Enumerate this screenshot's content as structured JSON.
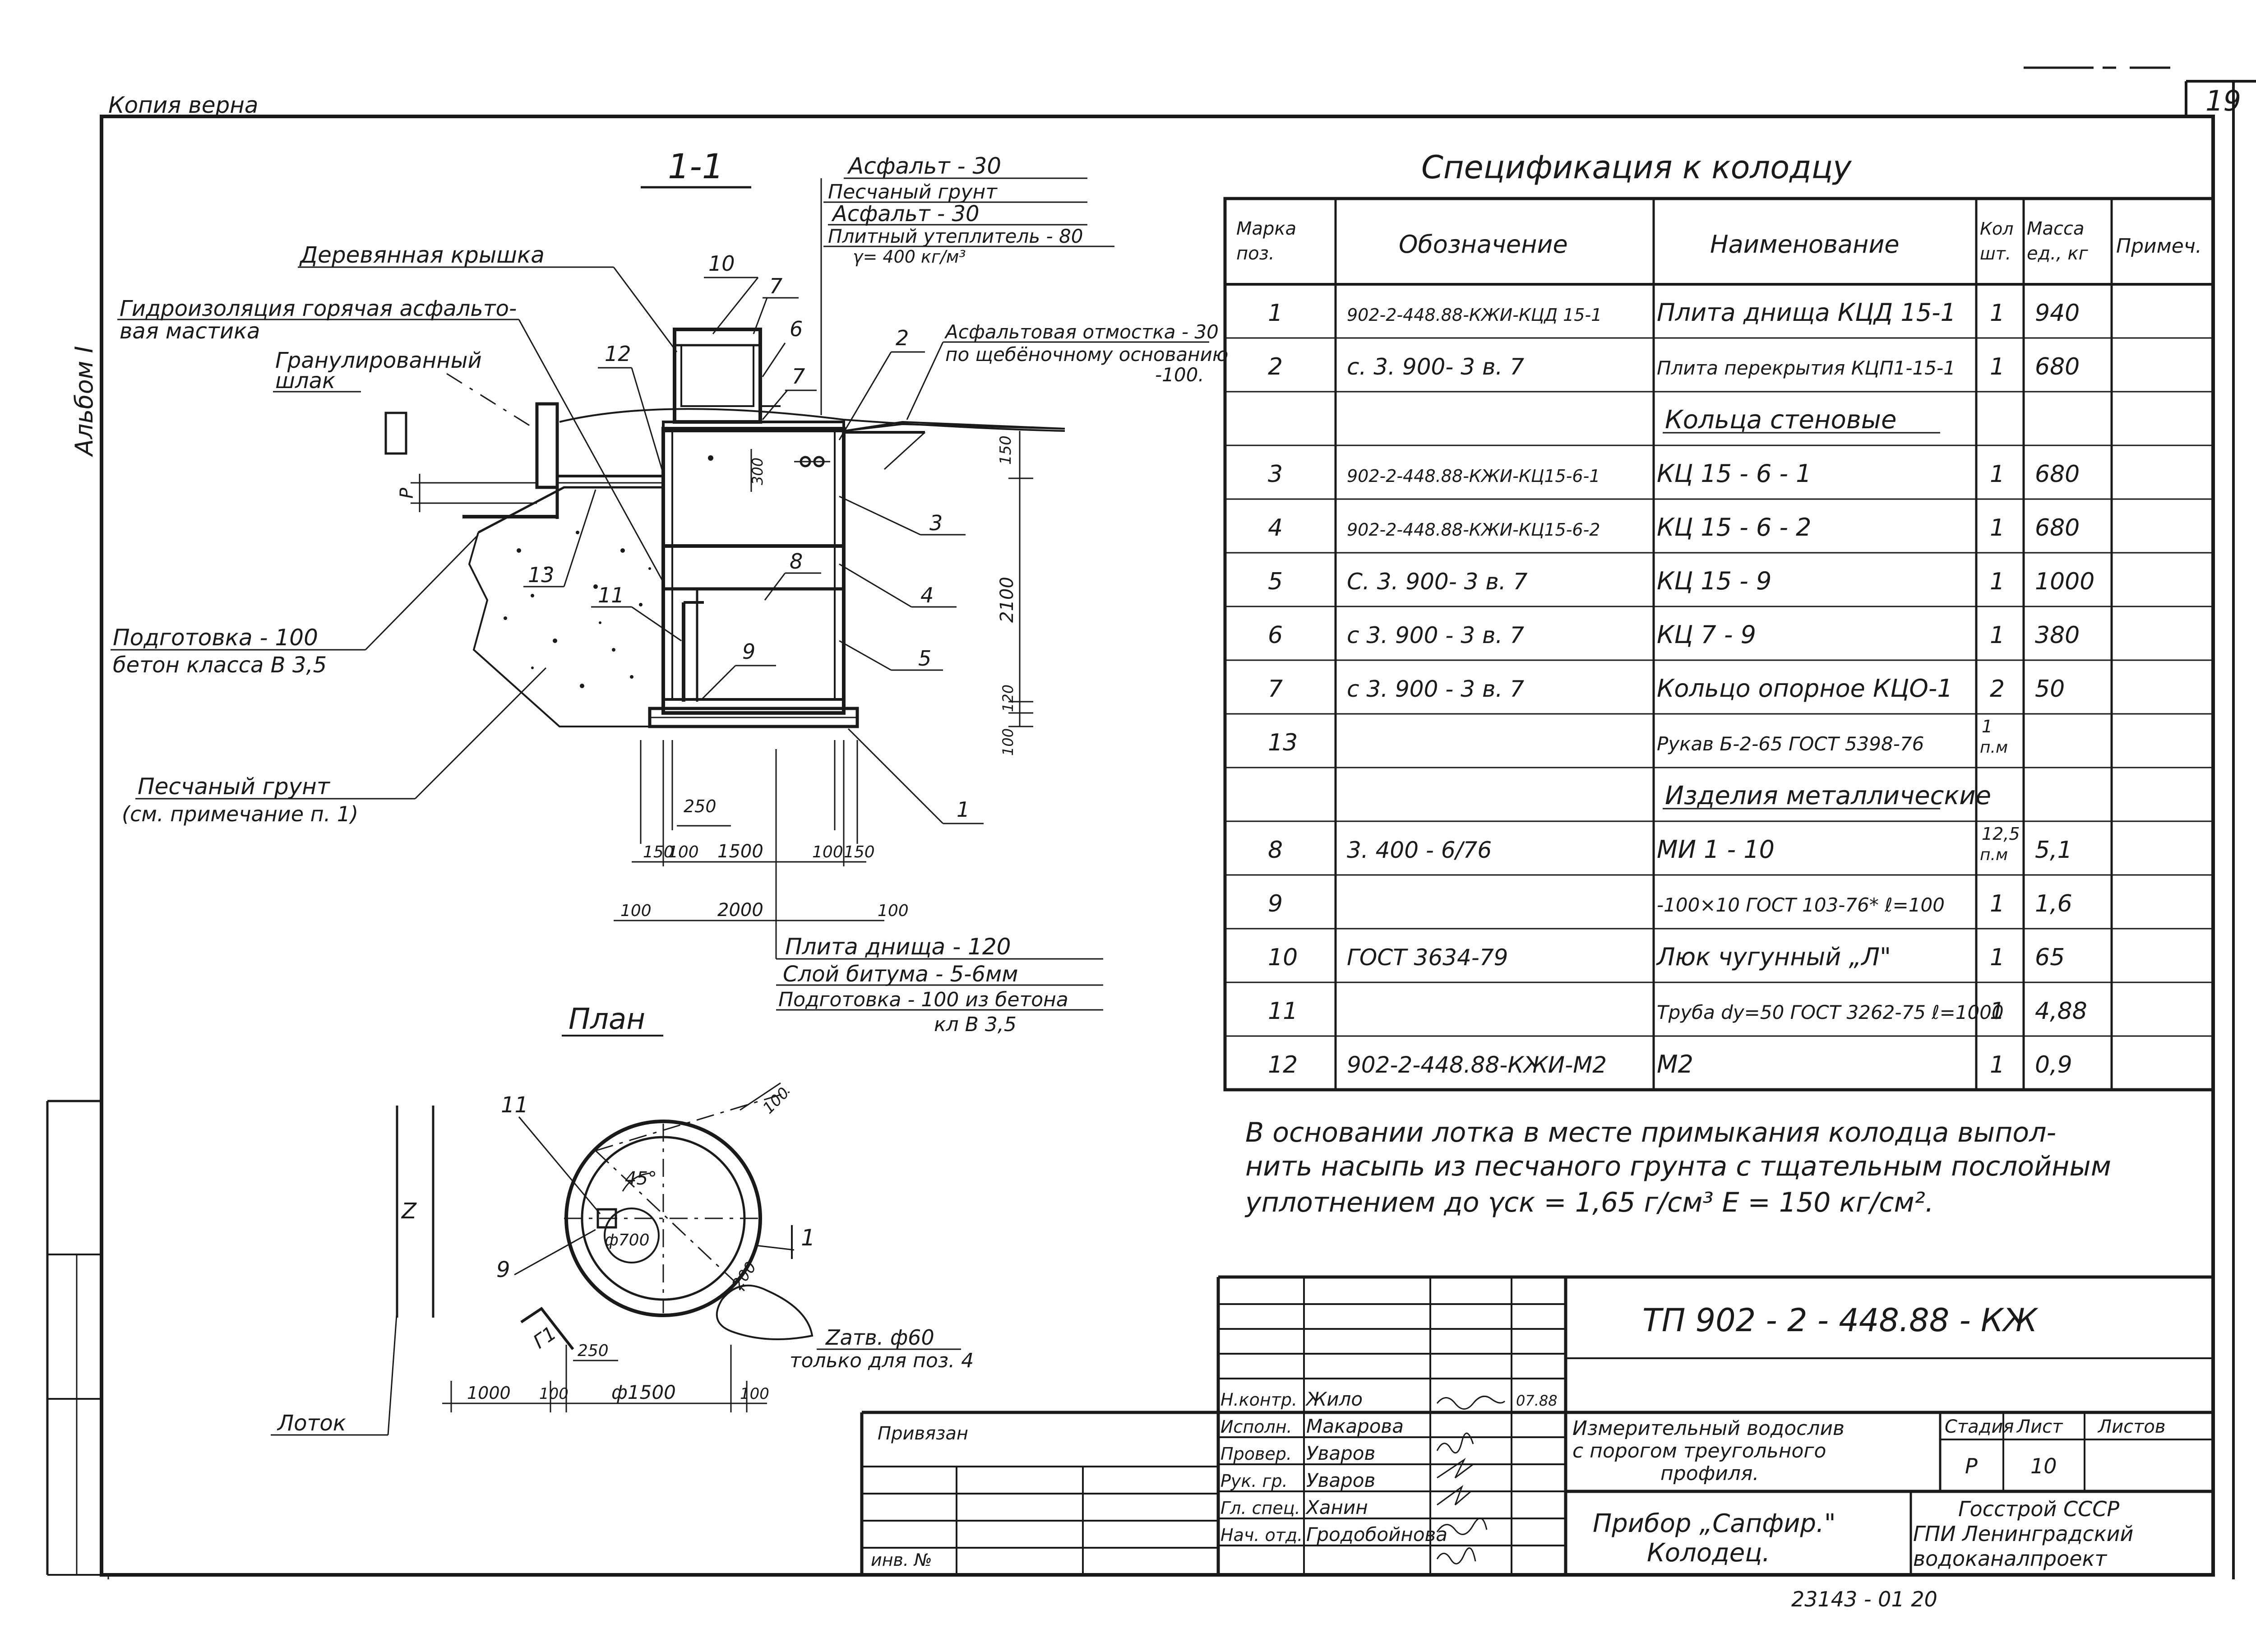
{
  "header": {
    "copy_note": "Копия верна",
    "sheet_number": "19",
    "album": "Альбом I"
  },
  "section": {
    "title": "1-1",
    "labels": {
      "wooden_lid": "Деревянная крышка",
      "waterproofing_1": "Гидроизоляция горячая асфальто-",
      "waterproofing_2": "вая мастика",
      "slag_1": "Гранулированный",
      "slag_2": "шлак",
      "prep_1": "Подготовка - 100",
      "prep_2": "бетон класса В 3,5",
      "sand_1": "Песчаный грунт",
      "sand_2": "(см. примечание п. 1)",
      "asphalt_blind_1": "Асфальтовая отмостка - 30",
      "asphalt_blind_2": "по щебёночному основанию",
      "asphalt_blind_3": "-100."
    },
    "layers_top": [
      "Асфальт - 30",
      "Песчаный грунт",
      "Асфальт - 30",
      "Плитный утеплитель - 80",
      "γ= 400 кг/м³"
    ],
    "layers_bottom": [
      "Плита днища - 120",
      "Слой битума - 5-6мм",
      "Подготовка - 100 из бетона",
      "кл В 3,5"
    ],
    "callouts": [
      "10",
      "7",
      "6",
      "7",
      "2",
      "12",
      "3",
      "4",
      "5",
      "13",
      "8",
      "11",
      "9",
      "1"
    ],
    "dims": {
      "d150": "150",
      "d300": "300",
      "d2100": "2100",
      "d120": "120",
      "d100v": "100",
      "d250": "250",
      "d150a": "150",
      "d100a": "100",
      "d1500": "1500",
      "d100b": "100",
      "d150b": "150",
      "d100c": "100",
      "d2000": "2000",
      "d100d": "100",
      "dP": "Р"
    }
  },
  "plan": {
    "title": "План",
    "labels": {
      "angle": "45°",
      "d700": "ф700",
      "d100": "100",
      "d200": "200",
      "c11": "11",
      "c9": "9",
      "c1": "1",
      "z": "Z",
      "rod_1": "Zатв. ф60",
      "rod_2": "только для поз. 4",
      "tray": "Лоток"
    },
    "dims": {
      "d1000": "1000",
      "d100a": "100",
      "d1500": "ф1500",
      "d100b": "100",
      "d250": "250",
      "g1": "Г1"
    }
  },
  "spec": {
    "title": "Спецификация к колодцу",
    "columns": [
      "Марка поз.",
      "Обозначение",
      "Наименование",
      "Кол шт.",
      "Масса ед., кг",
      "Примеч."
    ],
    "rows": [
      {
        "pos": "1",
        "code": "902-2-448.88-КЖИ-КЦД 15-1",
        "name": "Плита днища КЦД 15-1",
        "qty": "1",
        "mass": "940",
        "note": ""
      },
      {
        "pos": "2",
        "code": "с. 3. 900- 3 в. 7",
        "name": "Плита перекрытия КЦП1-15-1",
        "qty": "1",
        "mass": "680",
        "note": ""
      },
      {
        "pos": "",
        "code": "",
        "name": "Кольца стеновые",
        "qty": "",
        "mass": "",
        "note": "",
        "group": true
      },
      {
        "pos": "3",
        "code": "902-2-448.88-КЖИ-КЦ15-6-1",
        "name": "КЦ 15 - 6 - 1",
        "qty": "1",
        "mass": "680",
        "note": ""
      },
      {
        "pos": "4",
        "code": "902-2-448.88-КЖИ-КЦ15-6-2",
        "name": "КЦ 15 - 6 - 2",
        "qty": "1",
        "mass": "680",
        "note": ""
      },
      {
        "pos": "5",
        "code": "С. 3. 900- 3 в. 7",
        "name": "КЦ 15 - 9",
        "qty": "1",
        "mass": "1000",
        "note": ""
      },
      {
        "pos": "6",
        "code": "с 3. 900 - 3 в. 7",
        "name": "КЦ 7 - 9",
        "qty": "1",
        "mass": "380",
        "note": ""
      },
      {
        "pos": "7",
        "code": "с 3. 900 - 3 в. 7",
        "name": "Кольцо опорное КЦО-1",
        "qty": "2",
        "mass": "50",
        "note": ""
      },
      {
        "pos": "13",
        "code": "",
        "name": "Рукав Б-2-65 ГОСТ 5398-76",
        "qty": "1 п.м",
        "mass": "",
        "note": ""
      },
      {
        "pos": "",
        "code": "",
        "name": "Изделия металлические",
        "qty": "",
        "mass": "",
        "note": "",
        "group": true
      },
      {
        "pos": "8",
        "code": "3. 400 - 6/76",
        "name": "МИ 1 - 10",
        "qty": "12,5 п.м",
        "mass": "5,1",
        "note": ""
      },
      {
        "pos": "9",
        "code": "",
        "name": "-100×10 ГОСТ 103-76* ℓ=100",
        "qty": "1",
        "mass": "1,6",
        "note": ""
      },
      {
        "pos": "10",
        "code": "ГОСТ 3634-79",
        "name": "Люк чугунный „Л\"",
        "qty": "1",
        "mass": "65",
        "note": ""
      },
      {
        "pos": "11",
        "code": "",
        "name": "Труба dу=50 ГОСТ 3262-75 ℓ=1000",
        "qty": "1",
        "mass": "4,88",
        "note": ""
      },
      {
        "pos": "12",
        "code": "902-2-448.88-КЖИ-М2",
        "name": "М2",
        "qty": "1",
        "mass": "0,9",
        "note": ""
      }
    ]
  },
  "note": {
    "lines": [
      "В основании лотка в месте примыкания колодца выпол-",
      "нить насыпь из песчаного грунта с тщательным послойным",
      "уплотнением до γск = 1,65 г/см³ Е = 150 кг/см²."
    ]
  },
  "title_block": {
    "doc_code": "ТП 902 - 2 - 448.88 - КЖ",
    "bound_label": "Привязан",
    "inv_label": "инв. №",
    "roles": [
      {
        "role": "Н.контр.",
        "name": "Жило",
        "date": "07.88"
      },
      {
        "role": "Исполн.",
        "name": "Макарова",
        "date": ""
      },
      {
        "role": "Провер.",
        "name": "Уваров",
        "date": ""
      },
      {
        "role": "Рук. гр.",
        "name": "Уваров",
        "date": ""
      },
      {
        "role": "Гл. спец.",
        "name": "Ханин",
        "date": ""
      },
      {
        "role": "Нач. отд.",
        "name": "Гродобойнова",
        "date": ""
      }
    ],
    "desc": [
      "Измерительный водослив",
      "с порогом треугольного",
      "профиля."
    ],
    "object": [
      "Прибор „Сапфир.\"",
      "Колодец."
    ],
    "stage_label": "Стадия",
    "sheet_label": "Лист",
    "sheets_label": "Листов",
    "stage": "Р",
    "sheet": "10",
    "sheets": "",
    "org": [
      "Госстрой СССР",
      "ГПИ Ленинградский",
      "водоканалпроект"
    ],
    "archive": "23143 - 01 20"
  }
}
